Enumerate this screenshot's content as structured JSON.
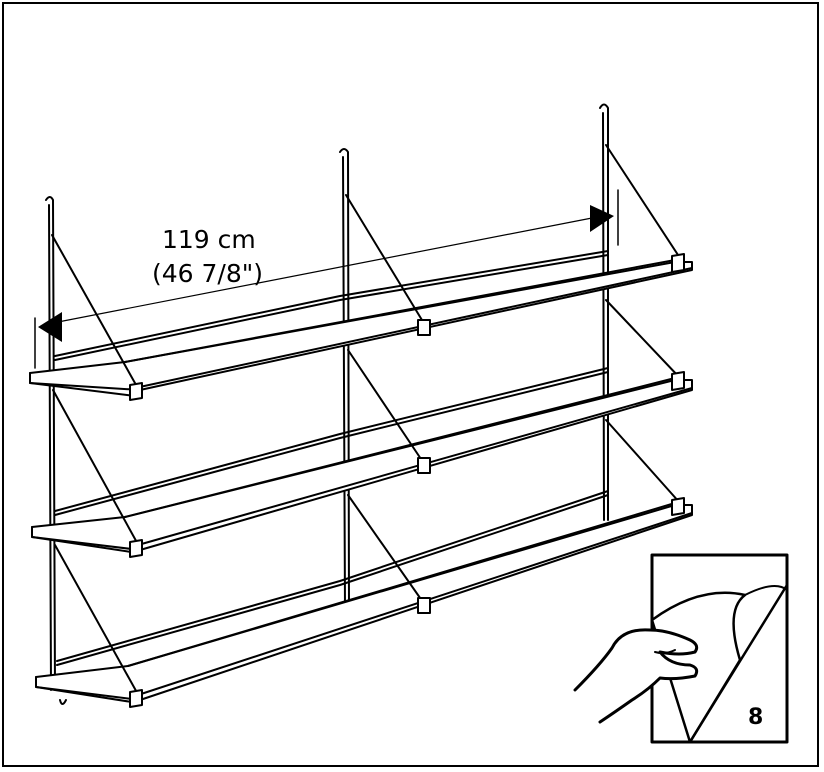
{
  "dimension": {
    "metric": "119 cm",
    "imperial": "(46 7/8\")"
  },
  "page_turn": {
    "page_number": "8"
  },
  "colors": {
    "stroke": "#000000",
    "background": "#ffffff"
  }
}
